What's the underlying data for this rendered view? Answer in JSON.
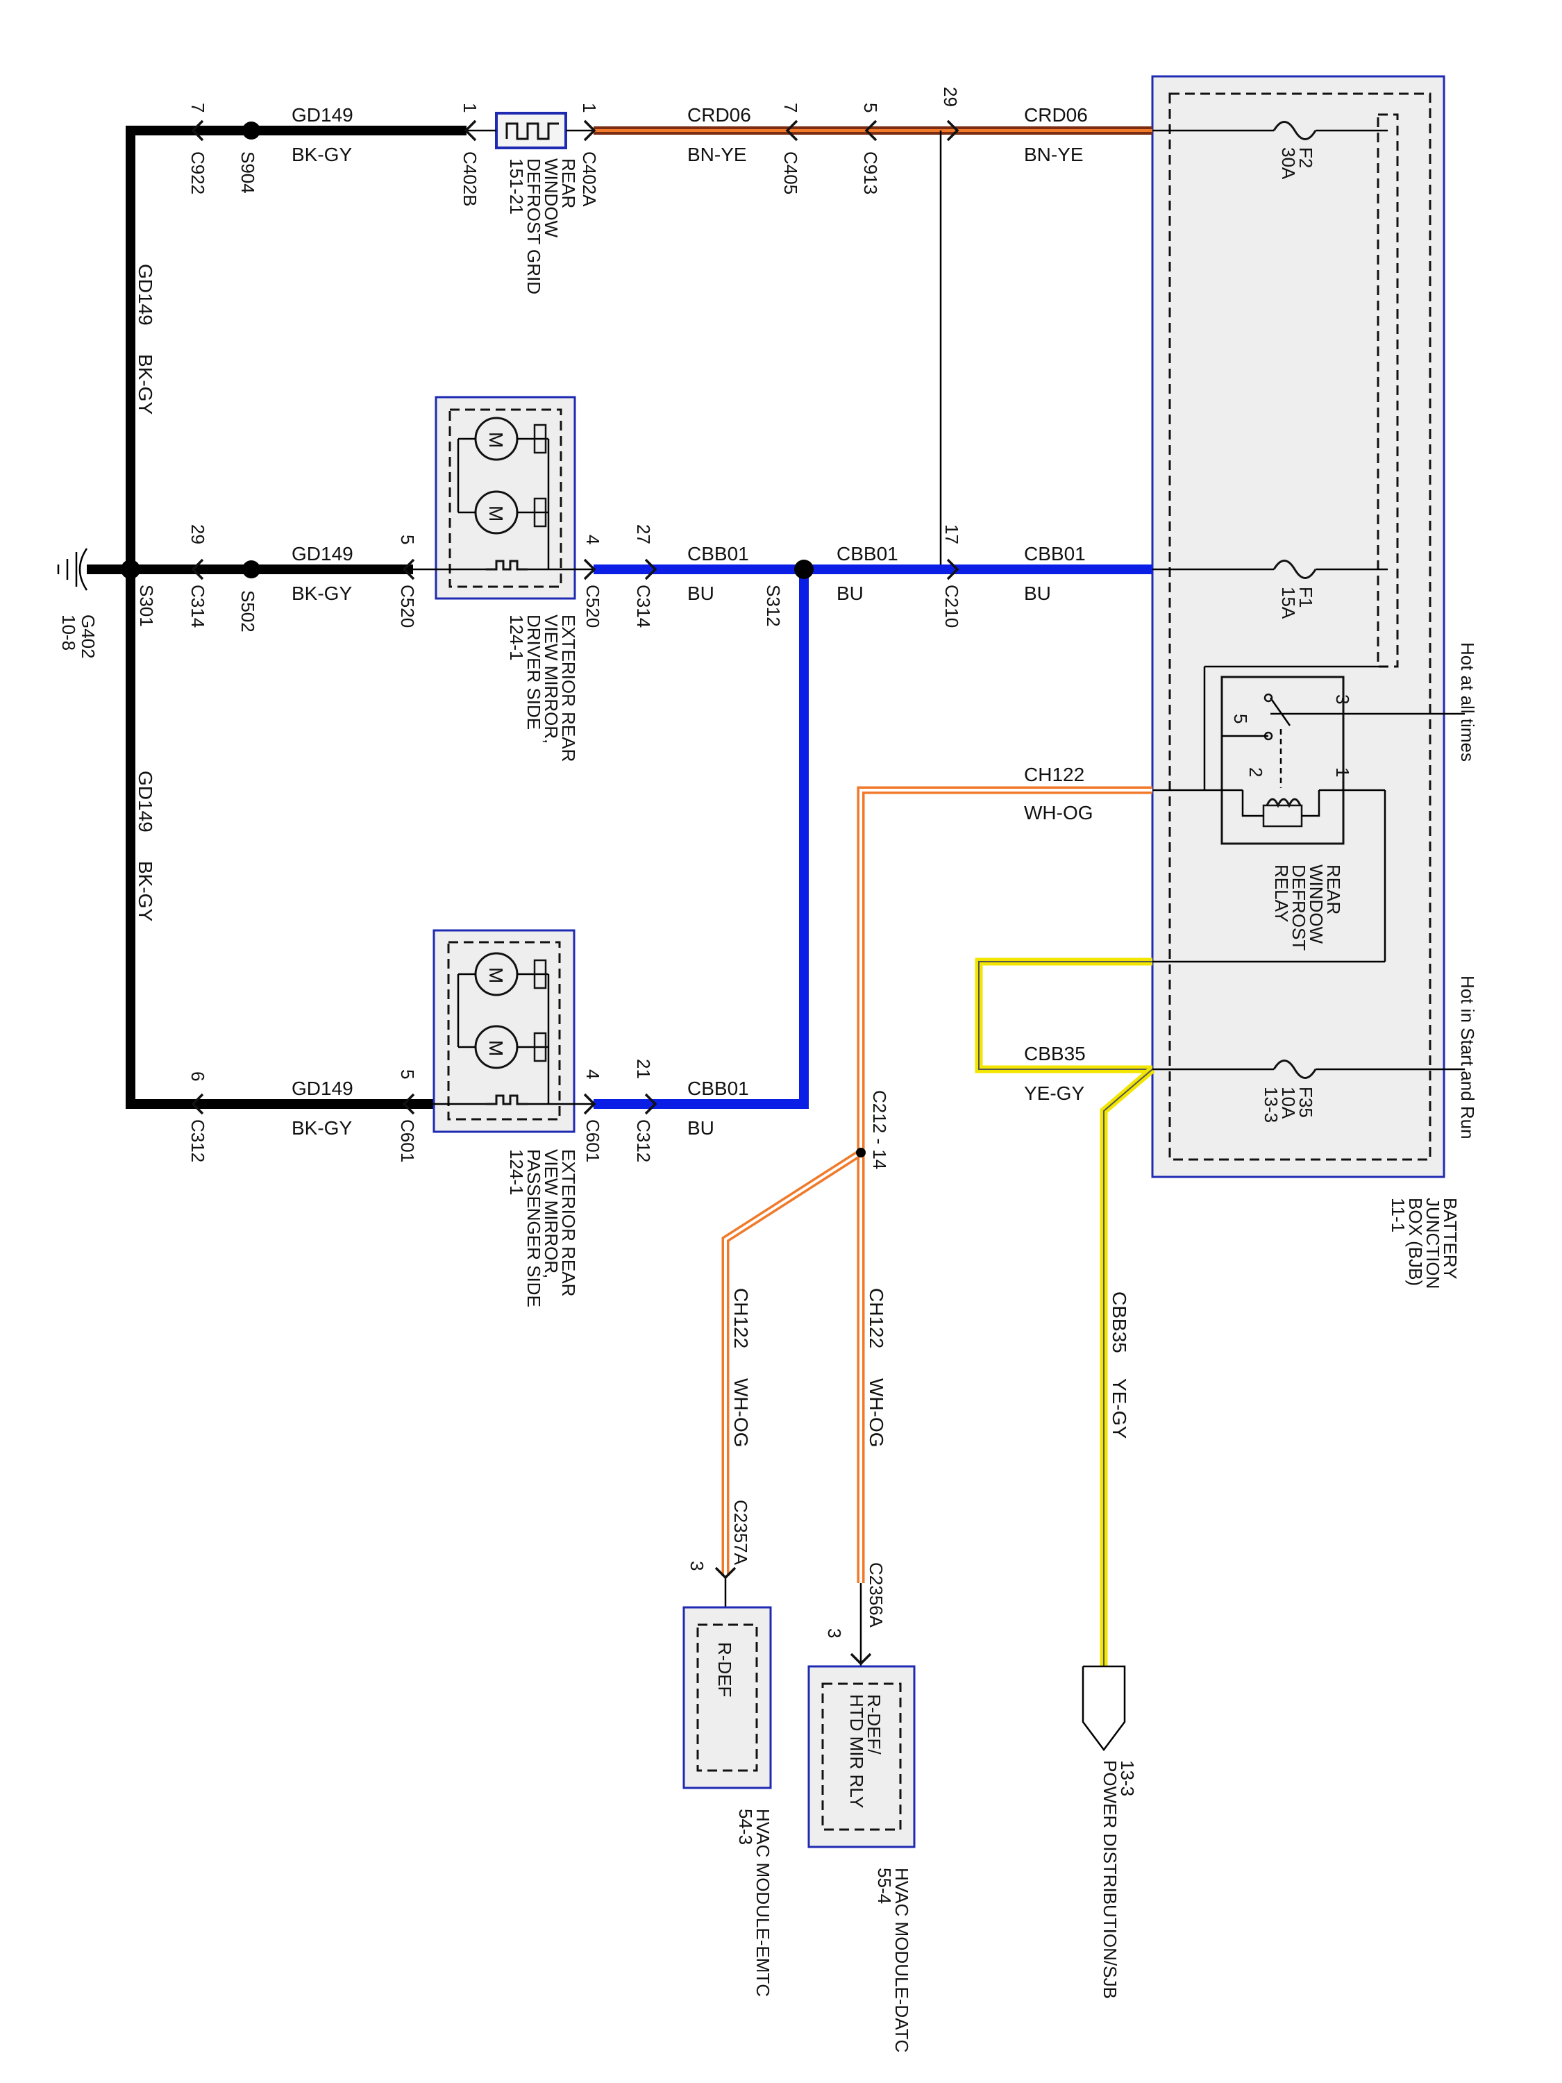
{
  "ground": {
    "id": "G402",
    "ref": "10-8"
  },
  "splices": [
    "S904",
    "S502",
    "S301",
    "S312"
  ],
  "wires": {
    "gd149": {
      "circuit": "GD149",
      "color": "BK-GY"
    },
    "crd06": {
      "circuit": "CRD06",
      "color": "BN-YE"
    },
    "cbb01": {
      "circuit": "CBB01",
      "color": "BU"
    },
    "ch122": {
      "circuit": "CH122",
      "color": "WH-OG"
    },
    "cbb35": {
      "circuit": "CBB35",
      "color": "YE-GY"
    }
  },
  "connectors": {
    "c922": {
      "name": "C922",
      "pin": "7"
    },
    "c402b": {
      "name": "C402B",
      "pin": "1"
    },
    "c402a": {
      "name": "C402A",
      "pin": "1"
    },
    "c405": {
      "name": "C405",
      "pin": "7"
    },
    "c913": {
      "name": "C913",
      "pin": "5"
    },
    "c210_top": {
      "pin": "29"
    },
    "c314_left": {
      "name": "C314",
      "pin": "29"
    },
    "c520_left": {
      "name": "C520",
      "pin": "5"
    },
    "c520_right": {
      "name": "C520",
      "pin": "4"
    },
    "c314_right": {
      "name": "C314",
      "pin": "27"
    },
    "c210": {
      "name": "C210",
      "pin": "17"
    },
    "c312_left": {
      "name": "C312",
      "pin": "6"
    },
    "c601_left": {
      "name": "C601",
      "pin": "5"
    },
    "c601_right": {
      "name": "C601",
      "pin": "4"
    },
    "c312_right": {
      "name": "C312",
      "pin": "21"
    },
    "c212": {
      "name": "C212 - 14"
    },
    "c2357a": {
      "name": "C2357A",
      "pin": "3"
    },
    "c2356a": {
      "name": "C2356A",
      "pin": "3"
    }
  },
  "components": {
    "defrost_grid": {
      "lines": [
        "REAR",
        "WINDOW",
        "DEFROST GRID",
        "151-21"
      ]
    },
    "mirror_driver": {
      "lines": [
        "EXTERIOR REAR",
        "VIEW MIRROR,",
        "DRIVER SIDE",
        "124-1"
      ]
    },
    "mirror_passenger": {
      "lines": [
        "EXTERIOR REAR",
        "VIEW MIRROR,",
        "PASSENGER SIDE",
        "124-1"
      ]
    },
    "motor_label": "M",
    "bjb": {
      "lines": [
        "BATTERY",
        "JUNCTION",
        "BOX (BJB)",
        "11-1"
      ]
    },
    "fuse_f2": {
      "lines": [
        "F2",
        "30A"
      ]
    },
    "fuse_f1": {
      "lines": [
        "F1",
        "15A"
      ]
    },
    "fuse_f35": {
      "lines": [
        "F35",
        "10A",
        "13-3"
      ]
    },
    "relay": {
      "lines": [
        "REAR",
        "WINDOW",
        "DEFROST",
        "RELAY"
      ],
      "pins": [
        "3",
        "5",
        "2",
        "1"
      ]
    },
    "hvac_emtc": {
      "inner": "R-DEF",
      "lines": [
        "HVAC MODULE-EMTC",
        "54-3"
      ]
    },
    "hvac_datc": {
      "inner_lines": [
        "R-DEF/",
        "HTD MIR RLY"
      ],
      "lines": [
        "HVAC MODULE-DATC",
        "55-4"
      ]
    },
    "power_dist": {
      "lines": [
        "13-3",
        "POWER DISTRIBUTION/SJB"
      ]
    }
  },
  "notes": {
    "hot_all": "Hot at all times",
    "hot_start": "Hot in Start and Run"
  },
  "colors": {
    "ground_wire": "#000000",
    "blue_wire": "#0a1ee6",
    "brown": "#8b3a1a",
    "orange": "#f07a2a",
    "yellow": "#f2e600",
    "box_fill": "#eeeeee",
    "box_stroke": "#1f2ab3"
  }
}
